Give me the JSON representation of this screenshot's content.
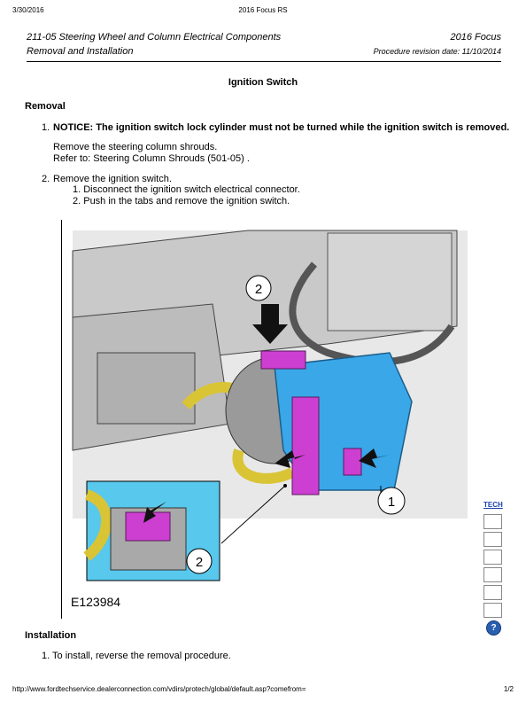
{
  "print_header": {
    "date": "3/30/2016",
    "title": "2016 Focus RS"
  },
  "doc_header": {
    "section": "211-05 Steering Wheel and Column Electrical Components",
    "subsection": "Removal and Installation",
    "model": "2016 Focus",
    "revision": "Procedure revision date: 11/10/2014"
  },
  "page_title": "Ignition Switch",
  "removal": {
    "heading": "Removal",
    "step1_number": "1.",
    "step1_notice": "NOTICE: The ignition switch lock cylinder must not be turned while the ignition switch is removed.",
    "step1_text": "Remove the steering column shrouds.",
    "step1_ref": "Refer to: Steering Column Shrouds (501-05) .",
    "step2_number": "2.",
    "step2_text": "Remove the ignition switch.",
    "substeps": [
      "1. Disconnect the ignition switch electrical connector.",
      "2. Push in the tabs and remove the ignition switch."
    ]
  },
  "figure": {
    "callout_1": "1",
    "callout_2": "2",
    "callout_inset_2": "2",
    "figure_id": "E123984",
    "colors": {
      "connector": "#3aa7e8",
      "tab": "#cc3fd0",
      "inset_bg": "#58c8ec"
    }
  },
  "installation": {
    "heading": "Installation",
    "step1": "1. To install, reverse the removal procedure."
  },
  "footer": {
    "url": "http://www.fordtechservice.dealerconnection.com/vdirs/protech/global/default.asp?comefrom=",
    "page": "1/2"
  },
  "side_toolbar": {
    "logo_label": "TECH",
    "help_symbol": "?"
  }
}
